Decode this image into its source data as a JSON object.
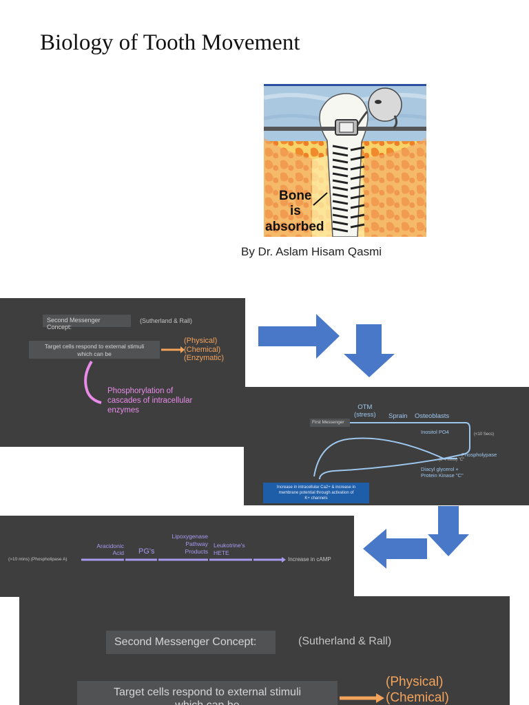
{
  "page": {
    "title": "Biology of Tooth Movement",
    "author": "By Dr. Aslam Hisam Qasmi"
  },
  "cover_image": {
    "caption_line1": "Bone",
    "caption_line2": "is",
    "caption_line3": "absorbed"
  },
  "slide1": {
    "heading": "Second Messenger Concept:",
    "authors": "(Sutherland & Rall)",
    "target_line1": "Target cells respond to external stimuli",
    "target_line2": "which can be",
    "stimuli": [
      "(Physical)",
      "(Chemical)",
      "(Enzymatic)"
    ],
    "phospho_line1": "Phosphorylation of",
    "phospho_line2": "cascades of intracellular",
    "phospho_line3": "enzymes"
  },
  "slide2": {
    "first_messenger": "First Messenger",
    "otm_line1": "OTM",
    "otm_line2": "(stress)",
    "sprain": "Sprain",
    "osteoblasts": "Osteoblasts",
    "inositol": "Inositol PO4",
    "secs": "(<10 Secs)",
    "phospholypase": "Phospholypase",
    "mins": "(3-4 mins) \"C\"",
    "diacyl_line1": "Diacyl glycerol +",
    "diacyl_line2": "Protein Kinase \"C\"",
    "box_line1": "Increase in intracellular Ca2+ & increase in",
    "box_line2": "membrane potential through activation of",
    "box_line3": "K+ channels"
  },
  "slide3": {
    "start": "(>10 mins) (Phospholipase A)",
    "aracidonic_line1": "Aracidonic",
    "aracidonic_line2": "Acid",
    "pgs": "PG's",
    "lipox_line1": "Lipoxygenase",
    "lipox_line2": "Pathway",
    "lipox_line3": "Products",
    "leuko_line1": "Leukotrine's",
    "leuko_line2": "HETE",
    "camp": "Increase in cAMP"
  },
  "slide4": {
    "heading": "Second Messenger Concept:",
    "authors": "(Sutherland & Rall)",
    "target_line1": "Target cells respond to external stimuli",
    "target_line2": "which can be",
    "stimuli": [
      "(Physical)",
      "(Chemical)"
    ]
  },
  "colors": {
    "slide_bg": "#3e3e3f",
    "arrow_blue": "#4a78c9",
    "orange": "#f4a35b",
    "pink": "#e88ce8",
    "light_blue": "#9fc8ee",
    "purple": "#a99af0"
  }
}
